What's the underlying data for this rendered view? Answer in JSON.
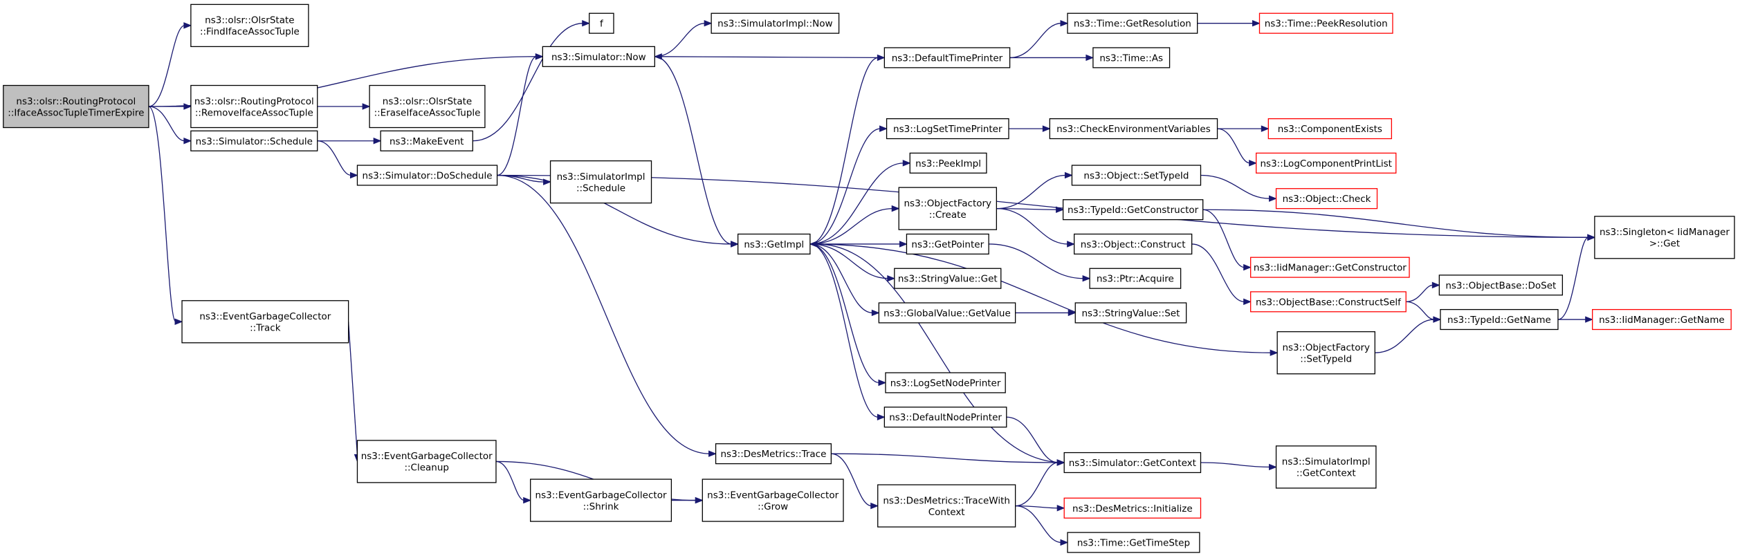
{
  "diagram": {
    "nodes": [
      {
        "id": "root",
        "lines": [
          "ns3::olsr::RoutingProtocol",
          "::IfaceAssocTupleTimerExpire"
        ],
        "style": "root"
      },
      {
        "id": "findIface",
        "lines": [
          "ns3::olsr::OlsrState",
          "::FindIfaceAssocTuple"
        ],
        "style": "normal"
      },
      {
        "id": "simNow",
        "lines": [
          "ns3::Simulator::Now"
        ],
        "style": "normal"
      },
      {
        "id": "removeIface",
        "lines": [
          "ns3::olsr::RoutingProtocol",
          "::RemoveIfaceAssocTuple"
        ],
        "style": "normal"
      },
      {
        "id": "eraseIface",
        "lines": [
          "ns3::olsr::OlsrState",
          "::EraseIfaceAssocTuple"
        ],
        "style": "normal"
      },
      {
        "id": "schedule",
        "lines": [
          "ns3::Simulator::Schedule"
        ],
        "style": "normal"
      },
      {
        "id": "makeEvent",
        "lines": [
          "ns3::MakeEvent"
        ],
        "style": "normal"
      },
      {
        "id": "f",
        "lines": [
          "f"
        ],
        "style": "normal"
      },
      {
        "id": "simImplNow",
        "lines": [
          "ns3::SimulatorImpl::Now"
        ],
        "style": "normal"
      },
      {
        "id": "doSchedule",
        "lines": [
          "ns3::Simulator::DoSchedule"
        ],
        "style": "normal"
      },
      {
        "id": "simImplSchedule",
        "lines": [
          "ns3::SimulatorImpl",
          "::Schedule"
        ],
        "style": "normal"
      },
      {
        "id": "getImpl",
        "lines": [
          "ns3::GetImpl"
        ],
        "style": "normal"
      },
      {
        "id": "egcTrack",
        "lines": [
          "ns3::EventGarbageCollector",
          "::Track"
        ],
        "style": "normal"
      },
      {
        "id": "egcCleanup",
        "lines": [
          "ns3::EventGarbageCollector",
          "::Cleanup"
        ],
        "style": "normal"
      },
      {
        "id": "egcShrink",
        "lines": [
          "ns3::EventGarbageCollector",
          "::Shrink"
        ],
        "style": "normal"
      },
      {
        "id": "egcGrow",
        "lines": [
          "ns3::EventGarbageCollector",
          "::Grow"
        ],
        "style": "normal"
      },
      {
        "id": "desTrace",
        "lines": [
          "ns3::DesMetrics::Trace"
        ],
        "style": "normal"
      },
      {
        "id": "desTraceWith",
        "lines": [
          "ns3::DesMetrics::TraceWith",
          "Context"
        ],
        "style": "normal"
      },
      {
        "id": "defaultTimePrinter",
        "lines": [
          "ns3::DefaultTimePrinter"
        ],
        "style": "normal"
      },
      {
        "id": "timeGetRes",
        "lines": [
          "ns3::Time::GetResolution"
        ],
        "style": "normal"
      },
      {
        "id": "timePeekRes",
        "lines": [
          "ns3::Time::PeekResolution"
        ],
        "style": "red"
      },
      {
        "id": "timeAs",
        "lines": [
          "ns3::Time::As"
        ],
        "style": "normal"
      },
      {
        "id": "logSetTimePrinter",
        "lines": [
          "ns3::LogSetTimePrinter"
        ],
        "style": "normal"
      },
      {
        "id": "checkEnv",
        "lines": [
          "ns3::CheckEnvironmentVariables"
        ],
        "style": "normal"
      },
      {
        "id": "compExists",
        "lines": [
          "ns3::ComponentExists"
        ],
        "style": "red"
      },
      {
        "id": "logCompPrint",
        "lines": [
          "ns3::LogComponentPrintList"
        ],
        "style": "red"
      },
      {
        "id": "peekImpl",
        "lines": [
          "ns3::PeekImpl"
        ],
        "style": "normal"
      },
      {
        "id": "objFactCreate",
        "lines": [
          "ns3::ObjectFactory",
          "::Create"
        ],
        "style": "normal"
      },
      {
        "id": "objSetTypeId",
        "lines": [
          "ns3::Object::SetTypeId"
        ],
        "style": "normal"
      },
      {
        "id": "objCheck",
        "lines": [
          "ns3::Object::Check"
        ],
        "style": "red"
      },
      {
        "id": "typeIdGetCtor",
        "lines": [
          "ns3::TypeId::GetConstructor"
        ],
        "style": "normal"
      },
      {
        "id": "singletonGet",
        "lines": [
          "ns3::Singleton< IidManager",
          " >::Get"
        ],
        "style": "normal"
      },
      {
        "id": "objConstruct",
        "lines": [
          "ns3::Object::Construct"
        ],
        "style": "normal"
      },
      {
        "id": "iidGetCtor",
        "lines": [
          "ns3::IidManager::GetConstructor"
        ],
        "style": "red"
      },
      {
        "id": "getPointer",
        "lines": [
          "ns3::GetPointer"
        ],
        "style": "normal"
      },
      {
        "id": "ptrAcquire",
        "lines": [
          "ns3::Ptr::Acquire"
        ],
        "style": "normal"
      },
      {
        "id": "stringValueGet",
        "lines": [
          "ns3::StringValue::Get"
        ],
        "style": "normal"
      },
      {
        "id": "objBaseConstructSelf",
        "lines": [
          "ns3::ObjectBase::ConstructSelf"
        ],
        "style": "red"
      },
      {
        "id": "objBaseDoSet",
        "lines": [
          "ns3::ObjectBase::DoSet"
        ],
        "style": "normal"
      },
      {
        "id": "globalValueGetValue",
        "lines": [
          "ns3::GlobalValue::GetValue"
        ],
        "style": "normal"
      },
      {
        "id": "stringValueSet",
        "lines": [
          "ns3::StringValue::Set"
        ],
        "style": "normal"
      },
      {
        "id": "typeIdGetName",
        "lines": [
          "ns3::TypeId::GetName"
        ],
        "style": "normal"
      },
      {
        "id": "iidGetName",
        "lines": [
          "ns3::IidManager::GetName"
        ],
        "style": "red"
      },
      {
        "id": "objFactSetTypeId",
        "lines": [
          "ns3::ObjectFactory",
          "::SetTypeId"
        ],
        "style": "normal"
      },
      {
        "id": "logSetNodePrinter",
        "lines": [
          "ns3::LogSetNodePrinter"
        ],
        "style": "normal"
      },
      {
        "id": "defaultNodePrinter",
        "lines": [
          "ns3::DefaultNodePrinter"
        ],
        "style": "normal"
      },
      {
        "id": "simGetContext",
        "lines": [
          "ns3::Simulator::GetContext"
        ],
        "style": "normal"
      },
      {
        "id": "simImplGetContext",
        "lines": [
          "ns3::SimulatorImpl",
          "::GetContext"
        ],
        "style": "normal"
      },
      {
        "id": "desInit",
        "lines": [
          "ns3::DesMetrics::Initialize"
        ],
        "style": "red"
      },
      {
        "id": "timeGetTimeStep",
        "lines": [
          "ns3::Time::GetTimeStep"
        ],
        "style": "normal"
      }
    ],
    "edges": [
      [
        "root",
        "findIface"
      ],
      [
        "root",
        "simNow"
      ],
      [
        "root",
        "removeIface"
      ],
      [
        "root",
        "schedule"
      ],
      [
        "root",
        "egcTrack"
      ],
      [
        "removeIface",
        "eraseIface"
      ],
      [
        "schedule",
        "makeEvent"
      ],
      [
        "schedule",
        "doSchedule"
      ],
      [
        "makeEvent",
        "f"
      ],
      [
        "simNow",
        "simImplNow"
      ],
      [
        "simNow",
        "getImpl"
      ],
      [
        "doSchedule",
        "simNow"
      ],
      [
        "doSchedule",
        "simImplSchedule"
      ],
      [
        "doSchedule",
        "getImpl"
      ],
      [
        "doSchedule",
        "desTrace"
      ],
      [
        "doSchedule",
        "singletonGet"
      ],
      [
        "egcTrack",
        "egcCleanup"
      ],
      [
        "egcCleanup",
        "egcShrink"
      ],
      [
        "egcCleanup",
        "egcGrow"
      ],
      [
        "egcShrink",
        "egcGrow"
      ],
      [
        "desTrace",
        "simGetContext"
      ],
      [
        "desTrace",
        "desTraceWith"
      ],
      [
        "desTraceWith",
        "simGetContext"
      ],
      [
        "desTraceWith",
        "desInit"
      ],
      [
        "desTraceWith",
        "timeGetTimeStep"
      ],
      [
        "getImpl",
        "defaultTimePrinter"
      ],
      [
        "getImpl",
        "logSetTimePrinter"
      ],
      [
        "getImpl",
        "peekImpl"
      ],
      [
        "getImpl",
        "objFactCreate"
      ],
      [
        "getImpl",
        "getPointer"
      ],
      [
        "getImpl",
        "stringValueGet"
      ],
      [
        "getImpl",
        "globalValueGetValue"
      ],
      [
        "getImpl",
        "objFactSetTypeId"
      ],
      [
        "getImpl",
        "logSetNodePrinter"
      ],
      [
        "getImpl",
        "defaultNodePrinter"
      ],
      [
        "defaultTimePrinter",
        "simNow"
      ],
      [
        "defaultTimePrinter",
        "timeGetRes"
      ],
      [
        "defaultTimePrinter",
        "timeAs"
      ],
      [
        "timeGetRes",
        "timePeekRes"
      ],
      [
        "logSetTimePrinter",
        "checkEnv"
      ],
      [
        "checkEnv",
        "compExists"
      ],
      [
        "checkEnv",
        "logCompPrint"
      ],
      [
        "objFactCreate",
        "objSetTypeId"
      ],
      [
        "objFactCreate",
        "typeIdGetCtor"
      ],
      [
        "objFactCreate",
        "objConstruct"
      ],
      [
        "objSetTypeId",
        "objCheck"
      ],
      [
        "typeIdGetCtor",
        "singletonGet"
      ],
      [
        "typeIdGetCtor",
        "iidGetCtor"
      ],
      [
        "objConstruct",
        "objBaseConstructSelf"
      ],
      [
        "objBaseConstructSelf",
        "objBaseDoSet"
      ],
      [
        "objBaseConstructSelf",
        "typeIdGetName"
      ],
      [
        "getPointer",
        "ptrAcquire"
      ],
      [
        "globalValueGetValue",
        "stringValueSet"
      ],
      [
        "typeIdGetName",
        "singletonGet"
      ],
      [
        "typeIdGetName",
        "iidGetName"
      ],
      [
        "objFactSetTypeId",
        "typeIdGetName"
      ],
      [
        "defaultNodePrinter",
        "simGetContext"
      ],
      [
        "simGetContext",
        "getImpl"
      ],
      [
        "simGetContext",
        "simImplGetContext"
      ]
    ]
  }
}
